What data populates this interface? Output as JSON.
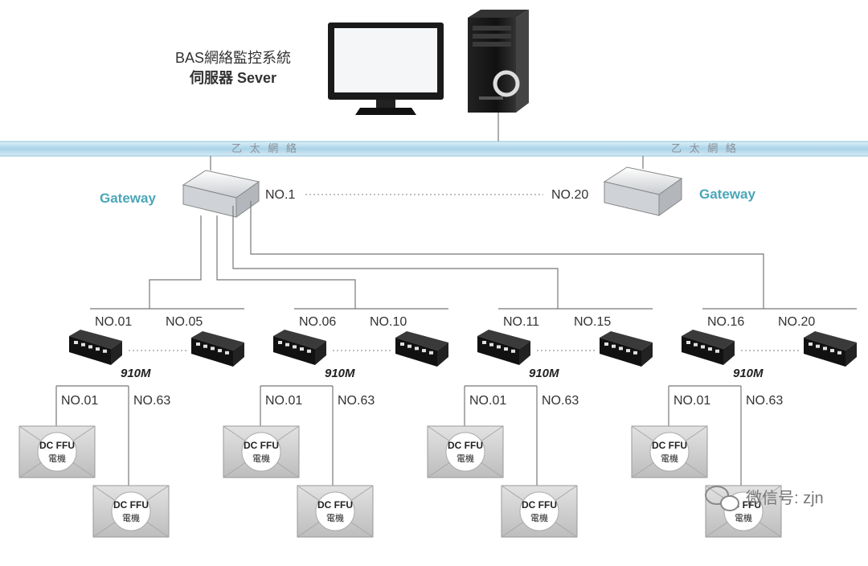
{
  "server": {
    "line1": "BAS網絡監控系統",
    "line2": "伺服器 Sever"
  },
  "ethernet": {
    "left_label": "乙 太 網 絡",
    "right_label": "乙 太 網 絡"
  },
  "gateways": [
    {
      "label": "Gateway",
      "no": "NO.1"
    },
    {
      "label": "Gateway",
      "no": "NO.20"
    }
  ],
  "groups": [
    {
      "first_no": "NO.01",
      "last_no": "NO.05",
      "module": "910M",
      "ffu_first": "NO.01",
      "ffu_last": "NO.63"
    },
    {
      "first_no": "NO.06",
      "last_no": "NO.10",
      "module": "910M",
      "ffu_first": "NO.01",
      "ffu_last": "NO.63"
    },
    {
      "first_no": "NO.11",
      "last_no": "NO.15",
      "module": "910M",
      "ffu_first": "NO.01",
      "ffu_last": "NO.63"
    },
    {
      "first_no": "NO.16",
      "last_no": "NO.20",
      "module": "910M",
      "ffu_first": "NO.01",
      "ffu_last": "NO.63"
    }
  ],
  "ffu": {
    "line1": "DC FFU",
    "line2": "電機"
  },
  "watermark": {
    "text": "微信号: zjn"
  },
  "colors": {
    "ethernet_bar": "#b9dcec",
    "gateway_text": "#4aa6b8",
    "wire": "#777777"
  }
}
